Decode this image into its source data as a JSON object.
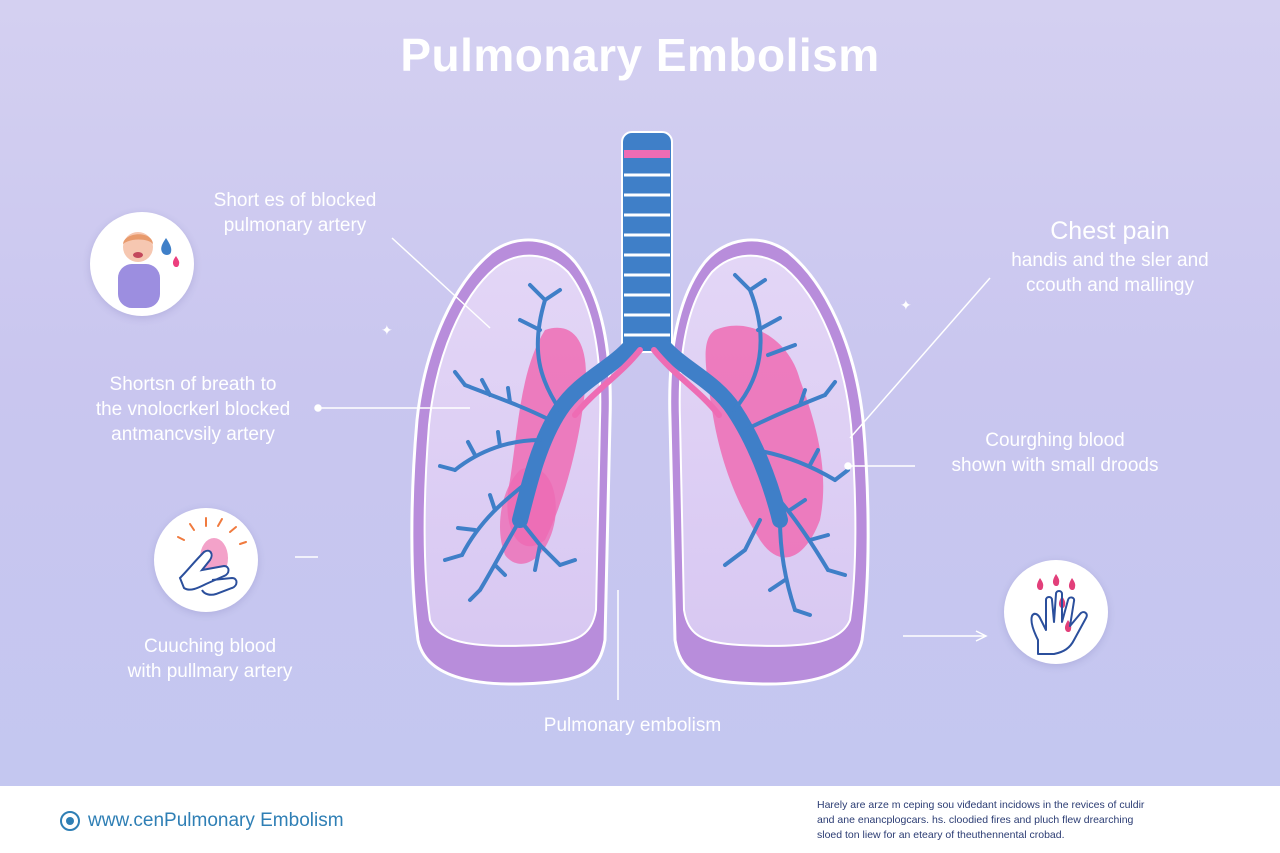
{
  "title": "Pulmonary Embolism",
  "labels": {
    "top_left": [
      "Short es of blocked",
      "pulmonary artery"
    ],
    "mid_left": [
      "Shortsn of breath to",
      "the vnolocrkerl blocked",
      "antmancvsily artery"
    ],
    "bottom_left": [
      "Cuuching blood",
      "with pullmary artery"
    ],
    "chest_pain_title": "Chest pain",
    "chest_pain_desc": [
      "handis and the sler and",
      "ccouth and mallingy"
    ],
    "coughing": [
      "Courghing blood",
      "shown with small droods"
    ],
    "center": "Pulmonary embolism"
  },
  "icons": {
    "person": "person-sweating-icon",
    "chest_hands": "hands-on-chest-icon",
    "hand_drops": "hand-blood-drops-icon"
  },
  "footer": {
    "brand": "www.cenPulmonary Embolism",
    "note": [
      "Harely are arze m ceping sou viđedant incidows in the revices of culdir",
      "and ane enancplogcars. hs. cloodied fires and pluch flew drearching",
      "sloed ton liew for an eteary of theuthennental crobad."
    ]
  },
  "colors": {
    "background": "#cfccf1",
    "lung": "#c9b2e8",
    "vessel_blue": "#3f7fc8",
    "clot_pink": "#ec67b1",
    "brand": "#2f7fb5"
  }
}
